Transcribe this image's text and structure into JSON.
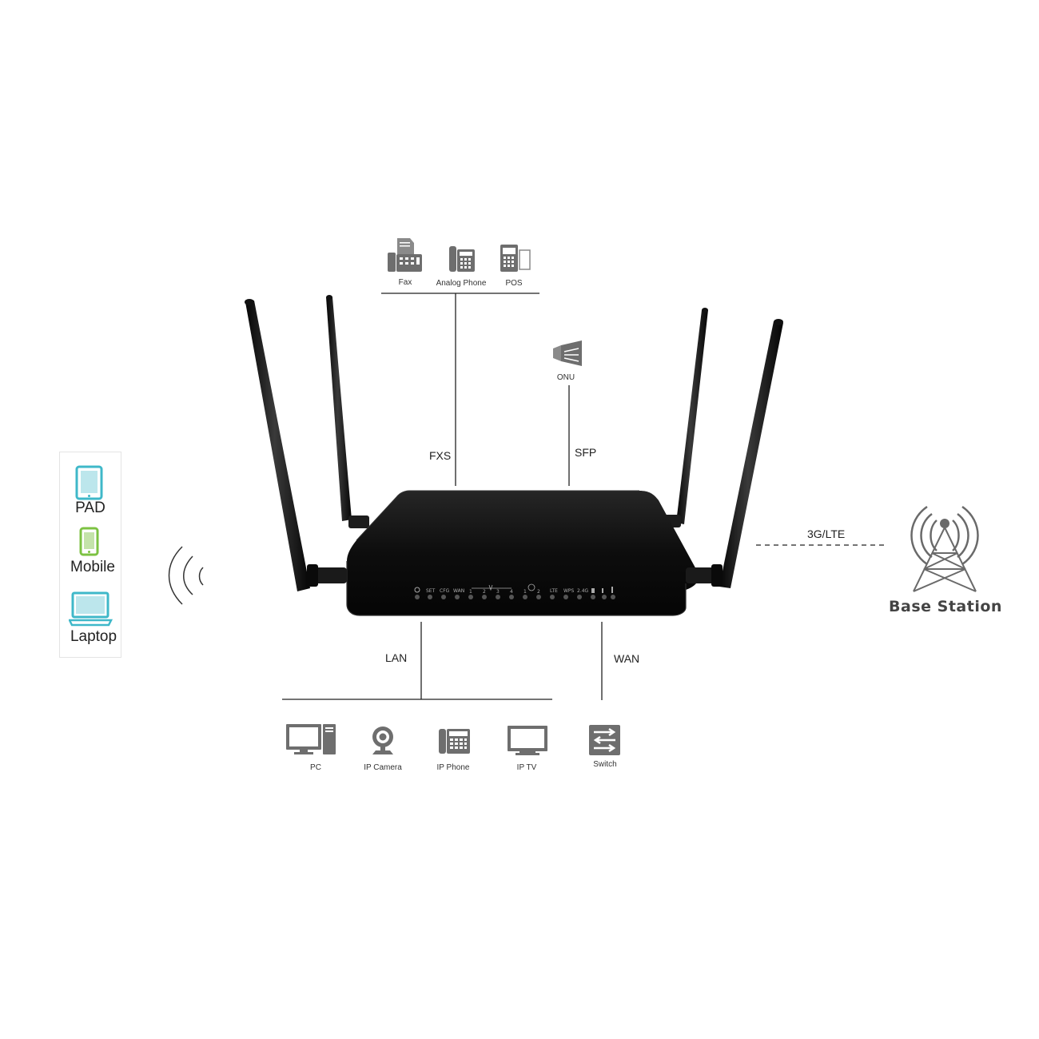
{
  "top_devices": {
    "fax": "Fax",
    "analog_phone": "Analog Phone",
    "pos": "POS"
  },
  "onu": "ONU",
  "connections": {
    "fxs": "FXS",
    "sfp": "SFP",
    "lte": "3G/LTE",
    "lan": "LAN",
    "wan": "WAN"
  },
  "wireless_devices": {
    "pad": "PAD",
    "mobile": "Mobile",
    "laptop": "Laptop"
  },
  "base_station": "Base Station",
  "lan_devices": {
    "pc": "PC",
    "ip_camera": "IP Camera",
    "ip_phone": "IP Phone",
    "ip_tv": "IP TV"
  },
  "switch": "Switch",
  "colors": {
    "pad": "#3fb8c9",
    "mobile": "#7cc242",
    "laptop": "#3fb8c9",
    "router": "#0c0c0c",
    "icon_gray": "#6e6e6e"
  }
}
